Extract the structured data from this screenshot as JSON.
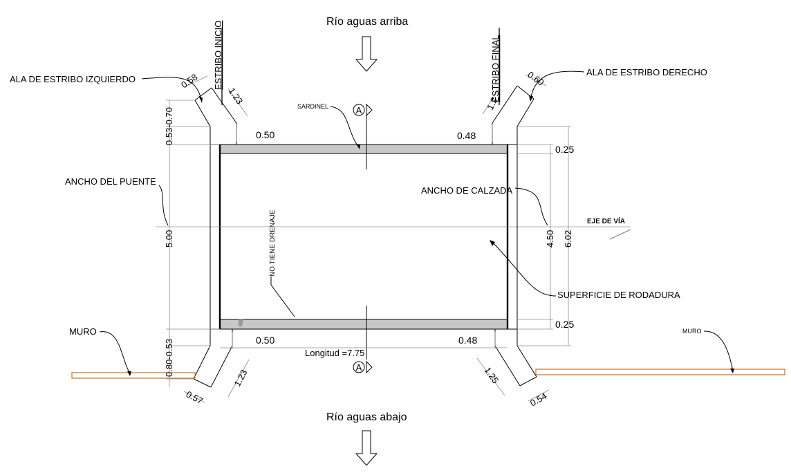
{
  "labels": {
    "rio_arriba": "Río aguas arriba",
    "rio_abajo": "Río aguas abajo",
    "estribo_inicio": "ESTRIBO INICIO",
    "estribo_final": "ESTRIBO FINAL",
    "ala_izquierdo": "ALA DE ESTRIBO IZQUIERDO",
    "ala_derecho": "ALA DE ESTRIBO DERECHO",
    "sardinel": "SARDINEL",
    "ancho_puente": "ANCHO DEL PUENTE",
    "ancho_calzada": "ANCHO DE CALZADA",
    "eje_via": "EJE DE VÍA",
    "no_drenaje": "NO TIENE DRENAJE",
    "superficie": "SUPERFICIE DE RODADURA",
    "muro_left": "MURO",
    "muro_right": "MURO",
    "longitud": "Longitud =7.75",
    "section_mark": "A"
  },
  "dims": {
    "ala_tl_w": "0.58",
    "ala_tl_l": "1.23",
    "ala_tr_w": "0.60",
    "ala_tr_l": "1.2",
    "ala_bl_w": "0.57",
    "ala_bl_l": "1.23",
    "ala_br_w": "0.54",
    "ala_br_l": "1.25",
    "top_left": "0.50",
    "top_right": "0.48",
    "bot_left": "0.50",
    "bot_right": "0.48",
    "left_top": "0.53-0.70",
    "left_mid": "5.00",
    "left_bot": "0.80-0.53",
    "sard_top": "0.25",
    "sard_bot": "0.25",
    "calzada": "4.50",
    "total": "6.02"
  },
  "colors": {
    "muro": "#c8702a",
    "sardinel_fill": "#c8c8c8",
    "dim_line": "#8c8c8c"
  }
}
